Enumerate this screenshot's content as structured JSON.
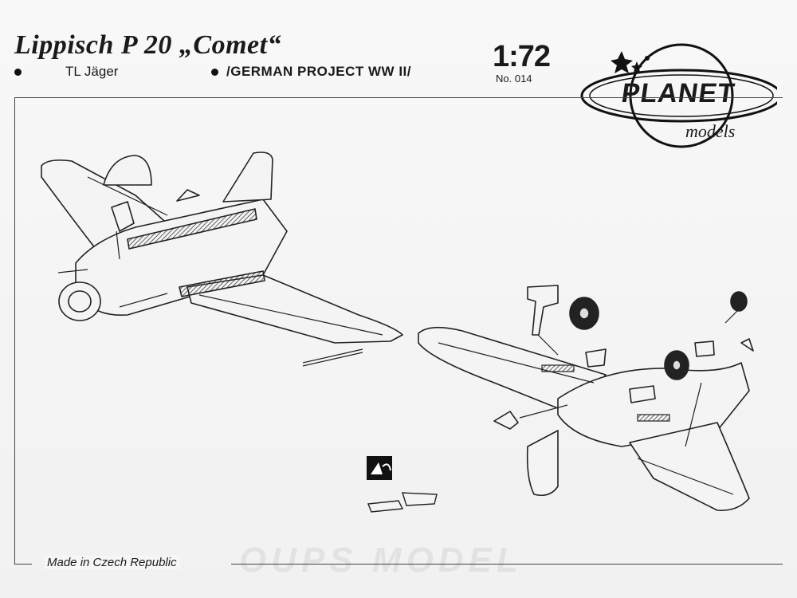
{
  "header": {
    "title": "Lippisch P 20 „Comet“",
    "subtitle_left": "TL Jäger",
    "subtitle_right": "/GERMAN PROJECT WW II/",
    "scale": "1:72",
    "kit_number": "No. 014"
  },
  "logo": {
    "main": "PLANET",
    "sub": "models"
  },
  "footer": {
    "origin": "Made in Czech Republic"
  },
  "watermark": {
    "text": "OUPS MODEL"
  },
  "icons": {
    "instruction": "glue-icon"
  }
}
